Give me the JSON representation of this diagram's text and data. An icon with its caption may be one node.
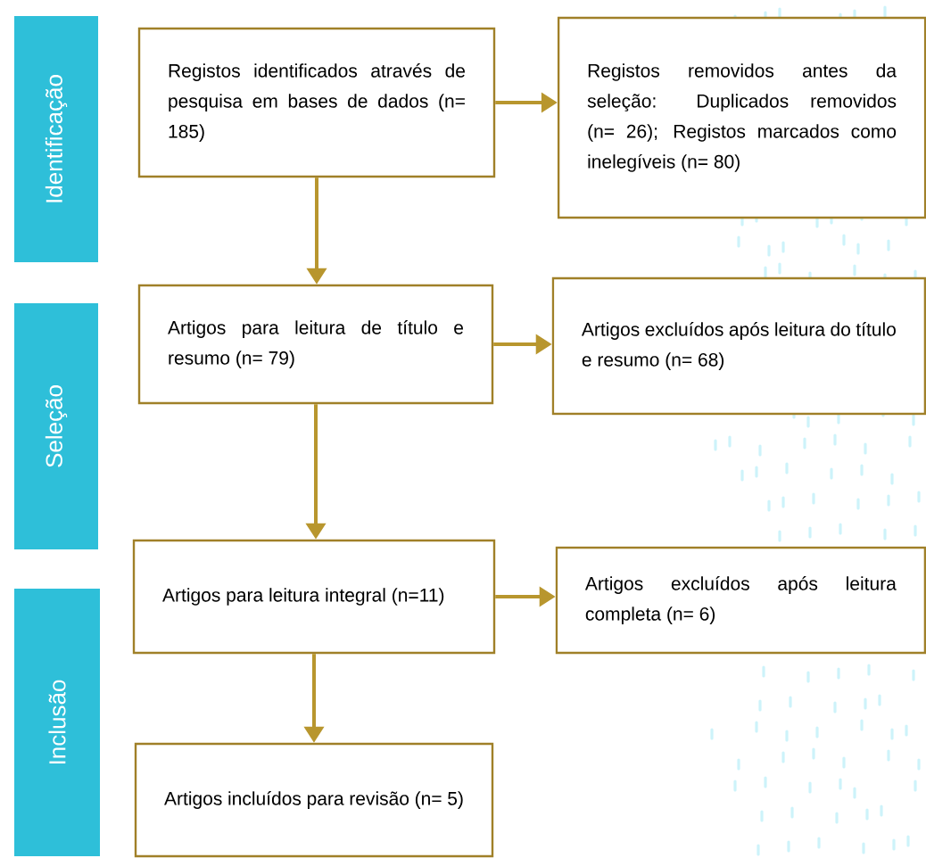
{
  "diagram": {
    "nodes": [
      {
        "text": [
          "Identificação"
        ]
      },
      {
        "text": [
          "Seleção"
        ]
      },
      {
        "text": [
          "Inclusão"
        ]
      },
      {
        "text": [
          "Registos identificados através de pesquisa em bases de dados (n= 185)"
        ]
      },
      {
        "text": [
          "Registos removidos antes da seleção: Duplicados removidos (n= 26); Registos marcados como inelegíveis (n= 80)"
        ]
      },
      {
        "text": [
          "Artigos para leitura de título e resumo (n= 79)"
        ]
      },
      {
        "text": [
          "Artigos excluídos após leitura do título e resumo (n= 68)"
        ]
      },
      {
        "text": [
          "Artigos para leitura integral (n=11)"
        ]
      },
      {
        "text": [
          "Artigos excluídos após leitura completa (n= 6)"
        ]
      },
      {
        "text": [
          "Artigos incluídos para revisão (n= 5)"
        ]
      }
    ],
    "edges": [
      {
        "from": 3,
        "to": 4,
        "arrow": "to"
      },
      {
        "from": 3,
        "to": 5,
        "arrow": "to"
      },
      {
        "from": 5,
        "to": 6,
        "arrow": "to"
      },
      {
        "from": 5,
        "to": 7,
        "arrow": "to"
      },
      {
        "from": 7,
        "to": 8,
        "arrow": "to"
      },
      {
        "from": 7,
        "to": 9,
        "arrow": "to"
      }
    ]
  }
}
